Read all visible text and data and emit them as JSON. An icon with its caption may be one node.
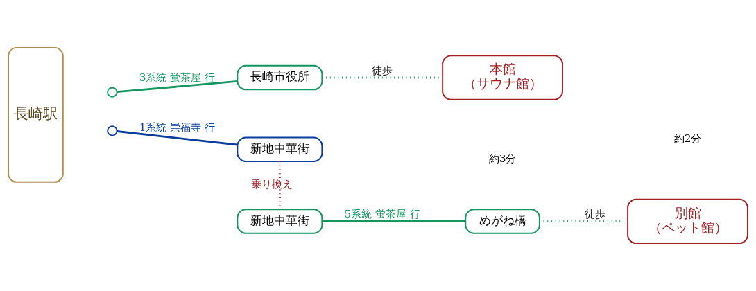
{
  "diagram": {
    "nodes": [
      {
        "text": [
          "長崎駅"
        ]
      },
      {
        "text": [],
        "shape": "circle"
      },
      {
        "text": [
          "長崎市役所"
        ]
      },
      {
        "text": [
          "本館",
          "（サウナ館）"
        ]
      },
      {
        "text": [],
        "shape": "circle"
      },
      {
        "text": [
          "新地中華街"
        ]
      },
      {
        "text": [
          "新地中華街"
        ]
      },
      {
        "text": [
          "めがね橋"
        ]
      },
      {
        "text": [
          "別館",
          "（ペット館）"
        ]
      }
    ],
    "edges": [
      {
        "from": 1,
        "to": 2,
        "arrow": "none",
        "label": "3系統 蛍茶屋 行"
      },
      {
        "from": 2,
        "to": 3,
        "arrow": "none",
        "label": "徒歩",
        "style": "dashed"
      },
      {
        "from": 4,
        "to": 5,
        "arrow": "none",
        "label": "1系統 崇福寺 行",
        "color": "#0a3d9c"
      },
      {
        "from": 5,
        "to": 6,
        "arrow": "none",
        "label": "乗り換え",
        "style": "dashed",
        "color": "#a31f24"
      },
      {
        "from": 6,
        "to": 7,
        "arrow": "none",
        "label": "5系統 蛍茶屋 行"
      },
      {
        "from": 7,
        "to": 8,
        "arrow": "none",
        "label": "徒歩",
        "style": "dashed"
      }
    ],
    "labels": [
      "約3分",
      "約2分"
    ]
  }
}
